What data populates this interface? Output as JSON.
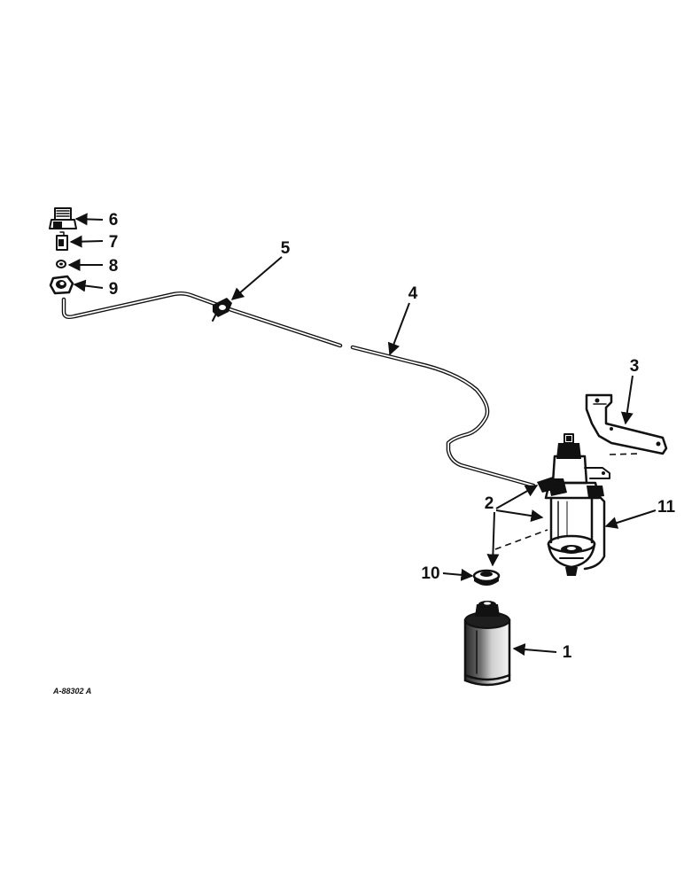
{
  "diagram": {
    "reference_code": "A-88302 A",
    "callouts": [
      "1",
      "2",
      "3",
      "4",
      "5",
      "6",
      "7",
      "8",
      "9",
      "10",
      "11"
    ]
  }
}
